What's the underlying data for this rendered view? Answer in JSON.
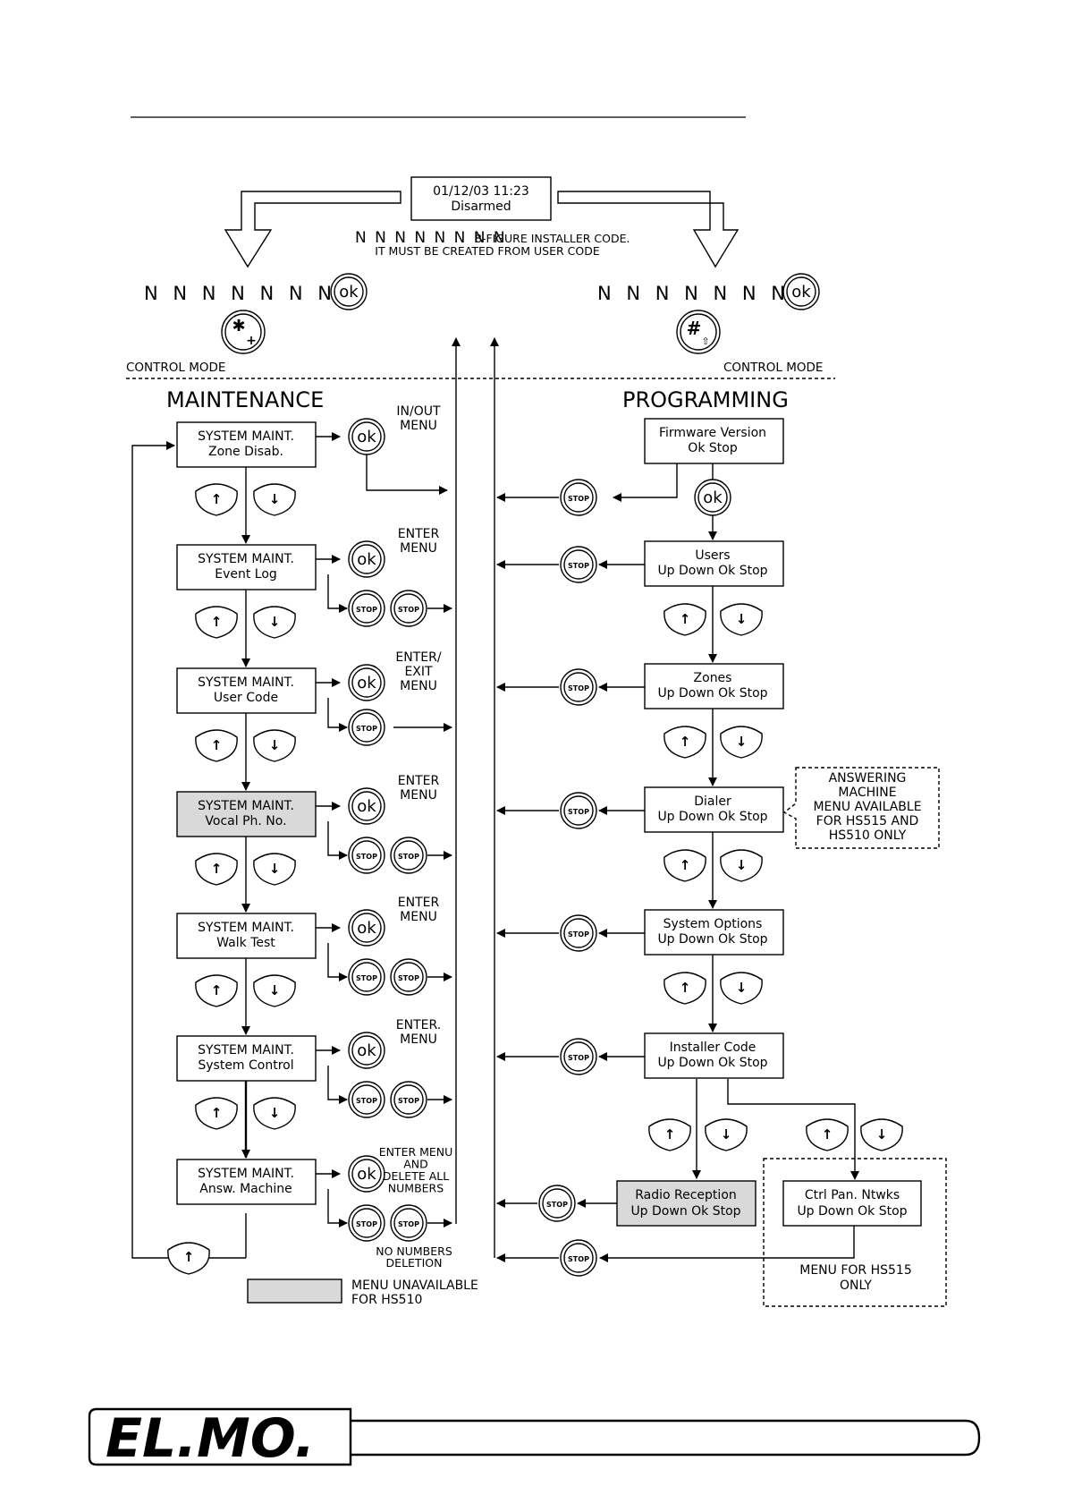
{
  "status_display": {
    "line1": "01/12/03  11:23",
    "line2": "Disarmed"
  },
  "installer_code_note": {
    "code": "N N N N N N N N",
    "line1": "8-FIGURE INSTALLER CODE.",
    "line2": "IT MUST BE CREATED FROM USER CODE"
  },
  "code_entry": "N N N N N N N N",
  "key_labels": {
    "ok": "ok",
    "star": "✱",
    "hash": "#",
    "stop": "STOP"
  },
  "control_mode": "CONTROL MODE",
  "headers": {
    "maintenance": "MAINTENANCE",
    "programming": "PROGRAMMING"
  },
  "maintenance_items": [
    {
      "line1": "SYSTEM MAINT.",
      "line2": "Zone Disab.",
      "hs510_unavailable": false,
      "ok_note": [
        "IN/OUT",
        "MENU"
      ]
    },
    {
      "line1": "SYSTEM MAINT.",
      "line2": "Event Log",
      "hs510_unavailable": false,
      "ok_note": [
        "ENTER",
        "MENU"
      ]
    },
    {
      "line1": "SYSTEM MAINT.",
      "line2": "User Code",
      "hs510_unavailable": false,
      "ok_note": [
        "ENTER/",
        "EXIT",
        "MENU"
      ]
    },
    {
      "line1": "SYSTEM MAINT.",
      "line2": "Vocal Ph. No.",
      "hs510_unavailable": true,
      "ok_note": [
        "ENTER",
        "MENU"
      ]
    },
    {
      "line1": "SYSTEM MAINT.",
      "line2": "Walk Test",
      "hs510_unavailable": false,
      "ok_note": [
        "ENTER",
        "MENU"
      ]
    },
    {
      "line1": "SYSTEM MAINT.",
      "line2": "System Control",
      "hs510_unavailable": false,
      "ok_note": [
        "ENTER.",
        "MENU"
      ]
    },
    {
      "line1": "SYSTEM MAINT.",
      "line2": "Answ. Machine",
      "hs510_unavailable": false,
      "ok_note": [
        "ENTER MENU",
        "AND",
        "DELETE ALL",
        "NUMBERS"
      ]
    }
  ],
  "no_numbers_deletion": [
    "NO NUMBERS",
    "DELETION"
  ],
  "programming_items": [
    {
      "line1": "Firmware Version",
      "line2": "Ok     Stop"
    },
    {
      "line1": "Users",
      "line2": "Up  Down  Ok  Stop"
    },
    {
      "line1": "Zones",
      "line2": "Up  Down  Ok  Stop"
    },
    {
      "line1": "Dialer",
      "line2": "Up  Down  Ok  Stop"
    },
    {
      "line1": "System Options",
      "line2": "Up  Down  Ok  Stop"
    },
    {
      "line1": "Installer Code",
      "line2": "Up Down  Ok  Stop"
    }
  ],
  "radio_reception": {
    "line1": "Radio Reception",
    "line2": "Up Down  Ok  Stop",
    "hs510_unavailable": true
  },
  "ctrl_pan": {
    "line1": "Ctrl Pan. Ntwks",
    "line2": "Up Down  Ok  Stop"
  },
  "answering_note": [
    "ANSWERING",
    "MACHINE",
    "MENU AVAILABLE",
    "FOR HS515 AND",
    "HS510 ONLY"
  ],
  "hs515_note": [
    "MENU FOR HS515",
    "ONLY"
  ],
  "legend": [
    "MENU UNAVAILABLE",
    "FOR HS510"
  ],
  "logo": "EL.MO."
}
